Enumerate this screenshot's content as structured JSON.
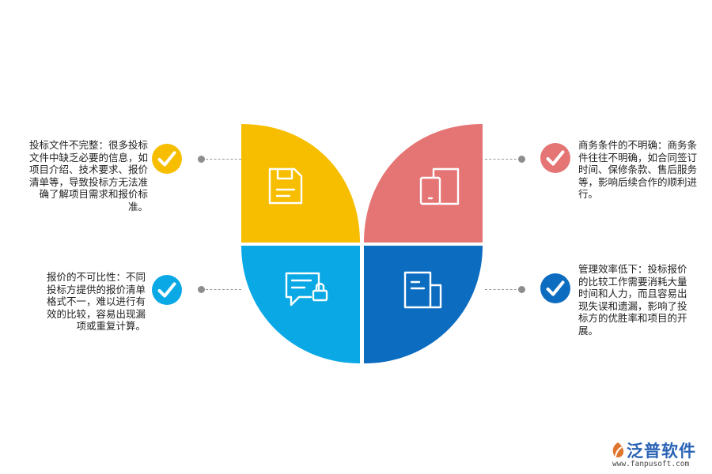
{
  "items": [
    {
      "text": "投标文件不完整：很多投标文件中缺乏必要的信息，如项目介绍、技术要求、报价清单等，导致投标方无法准确了解项目需求和报价标准。",
      "color": "#F7BE00",
      "icon": "save-icon"
    },
    {
      "text": "商务条件的不明确：商务条件往往不明确，如合同签订时间、保修条款、售后服务等，影响后续合作的顺利进行。",
      "color": "#E57575",
      "icon": "documents-icon"
    },
    {
      "text": "报价的不可比性：不同投标方提供的报价清单格式不一，难以进行有效的比较，容易出现漏项或重复计算。",
      "color": "#0AA9E6",
      "icon": "message-lock-icon"
    },
    {
      "text": "管理效率低下：投标报价的比较工作需要消耗大量时间和人力，而且容易出现失误和遗漏，影响了投标方的优胜率和项目的开展。",
      "color": "#0C6CC0",
      "icon": "file-icon"
    }
  ],
  "logo": {
    "name": "泛普软件",
    "url": "www.fanpusoft.com"
  }
}
